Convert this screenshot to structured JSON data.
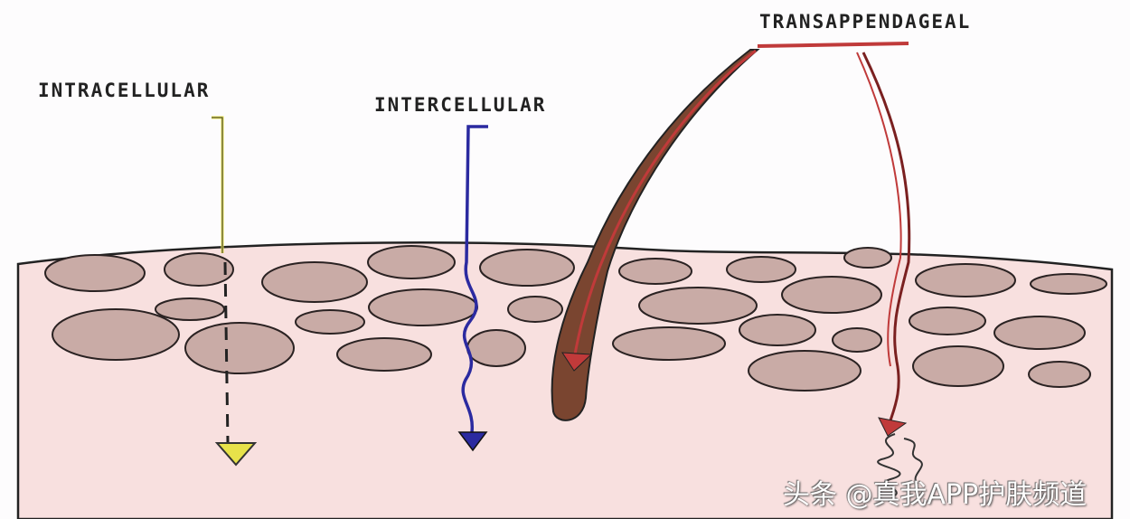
{
  "labels": {
    "intracellular": "INTRACELLULAR",
    "intercellular": "INTERCELLULAR",
    "transappendageal": "TRANSAPPENDAGEAL"
  },
  "watermark": "头条 @真我APP护肤频道",
  "colors": {
    "skin": "#f8e0df",
    "cell": "#c9aba6",
    "intracellular": "#e7e24a",
    "intercellular": "#2b2aa0",
    "transappendageal": "#c03a3a",
    "hair": "#7a4530"
  }
}
